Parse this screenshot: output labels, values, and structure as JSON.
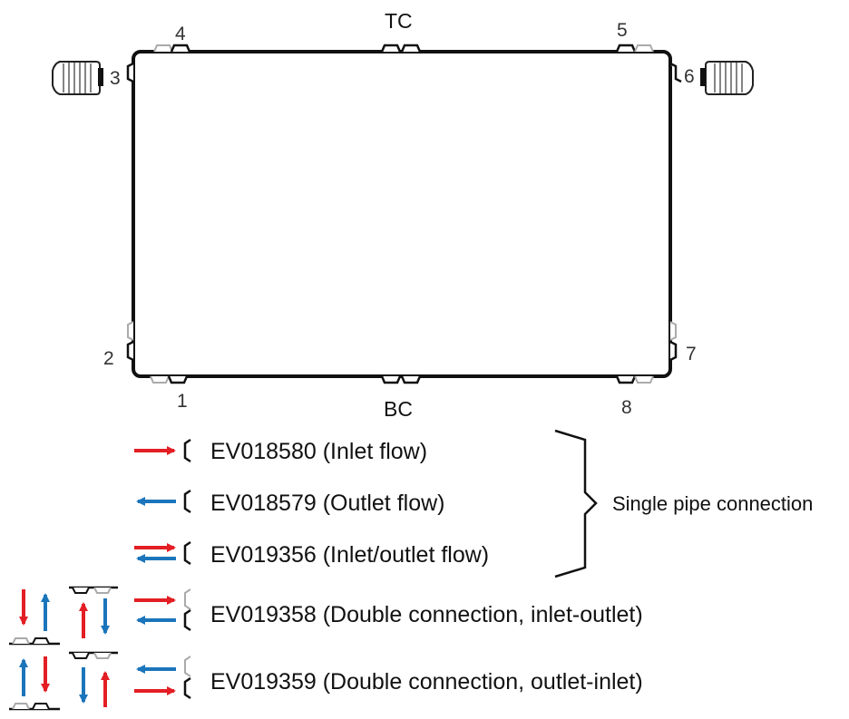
{
  "ports": {
    "p1": "1",
    "p2": "2",
    "p3": "3",
    "p4": "4",
    "p5": "5",
    "p6": "6",
    "p7": "7",
    "p8": "8",
    "top_center": "TC",
    "bottom_center": "BC"
  },
  "legend": [
    {
      "code": "EV018580 (Inlet flow)",
      "type": "inlet"
    },
    {
      "code": "EV018579 (Outlet flow)",
      "type": "outlet"
    },
    {
      "code": "EV019356 (Inlet/outlet flow)",
      "type": "inlet-outlet"
    },
    {
      "code": "EV019358 (Double connection, inlet-outlet)",
      "type": "double-inlet-outlet"
    },
    {
      "code": "EV019359 (Double connection, outlet-inlet)",
      "type": "double-outlet-inlet"
    }
  ],
  "brace_label": "Single pipe connection",
  "colors": {
    "inlet": "#e31e24",
    "outlet": "#1b75bb",
    "outline": "#111111"
  }
}
